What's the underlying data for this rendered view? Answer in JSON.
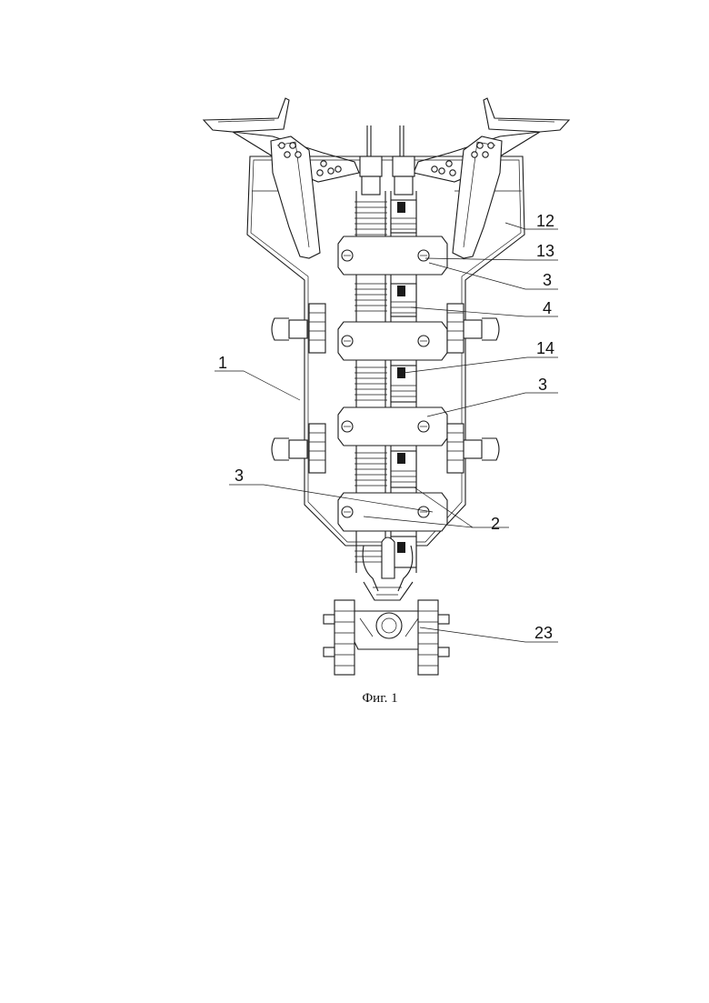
{
  "figure": {
    "caption": "Фиг. 1",
    "labels": [
      {
        "id": "12",
        "text": "12"
      },
      {
        "id": "13",
        "text": "13"
      },
      {
        "id": "3a",
        "text": "3"
      },
      {
        "id": "4",
        "text": "4"
      },
      {
        "id": "1",
        "text": "1"
      },
      {
        "id": "14",
        "text": "14"
      },
      {
        "id": "3b",
        "text": "3"
      },
      {
        "id": "3c",
        "text": "3"
      },
      {
        "id": "2",
        "text": "2"
      },
      {
        "id": "23",
        "text": "23"
      }
    ]
  }
}
